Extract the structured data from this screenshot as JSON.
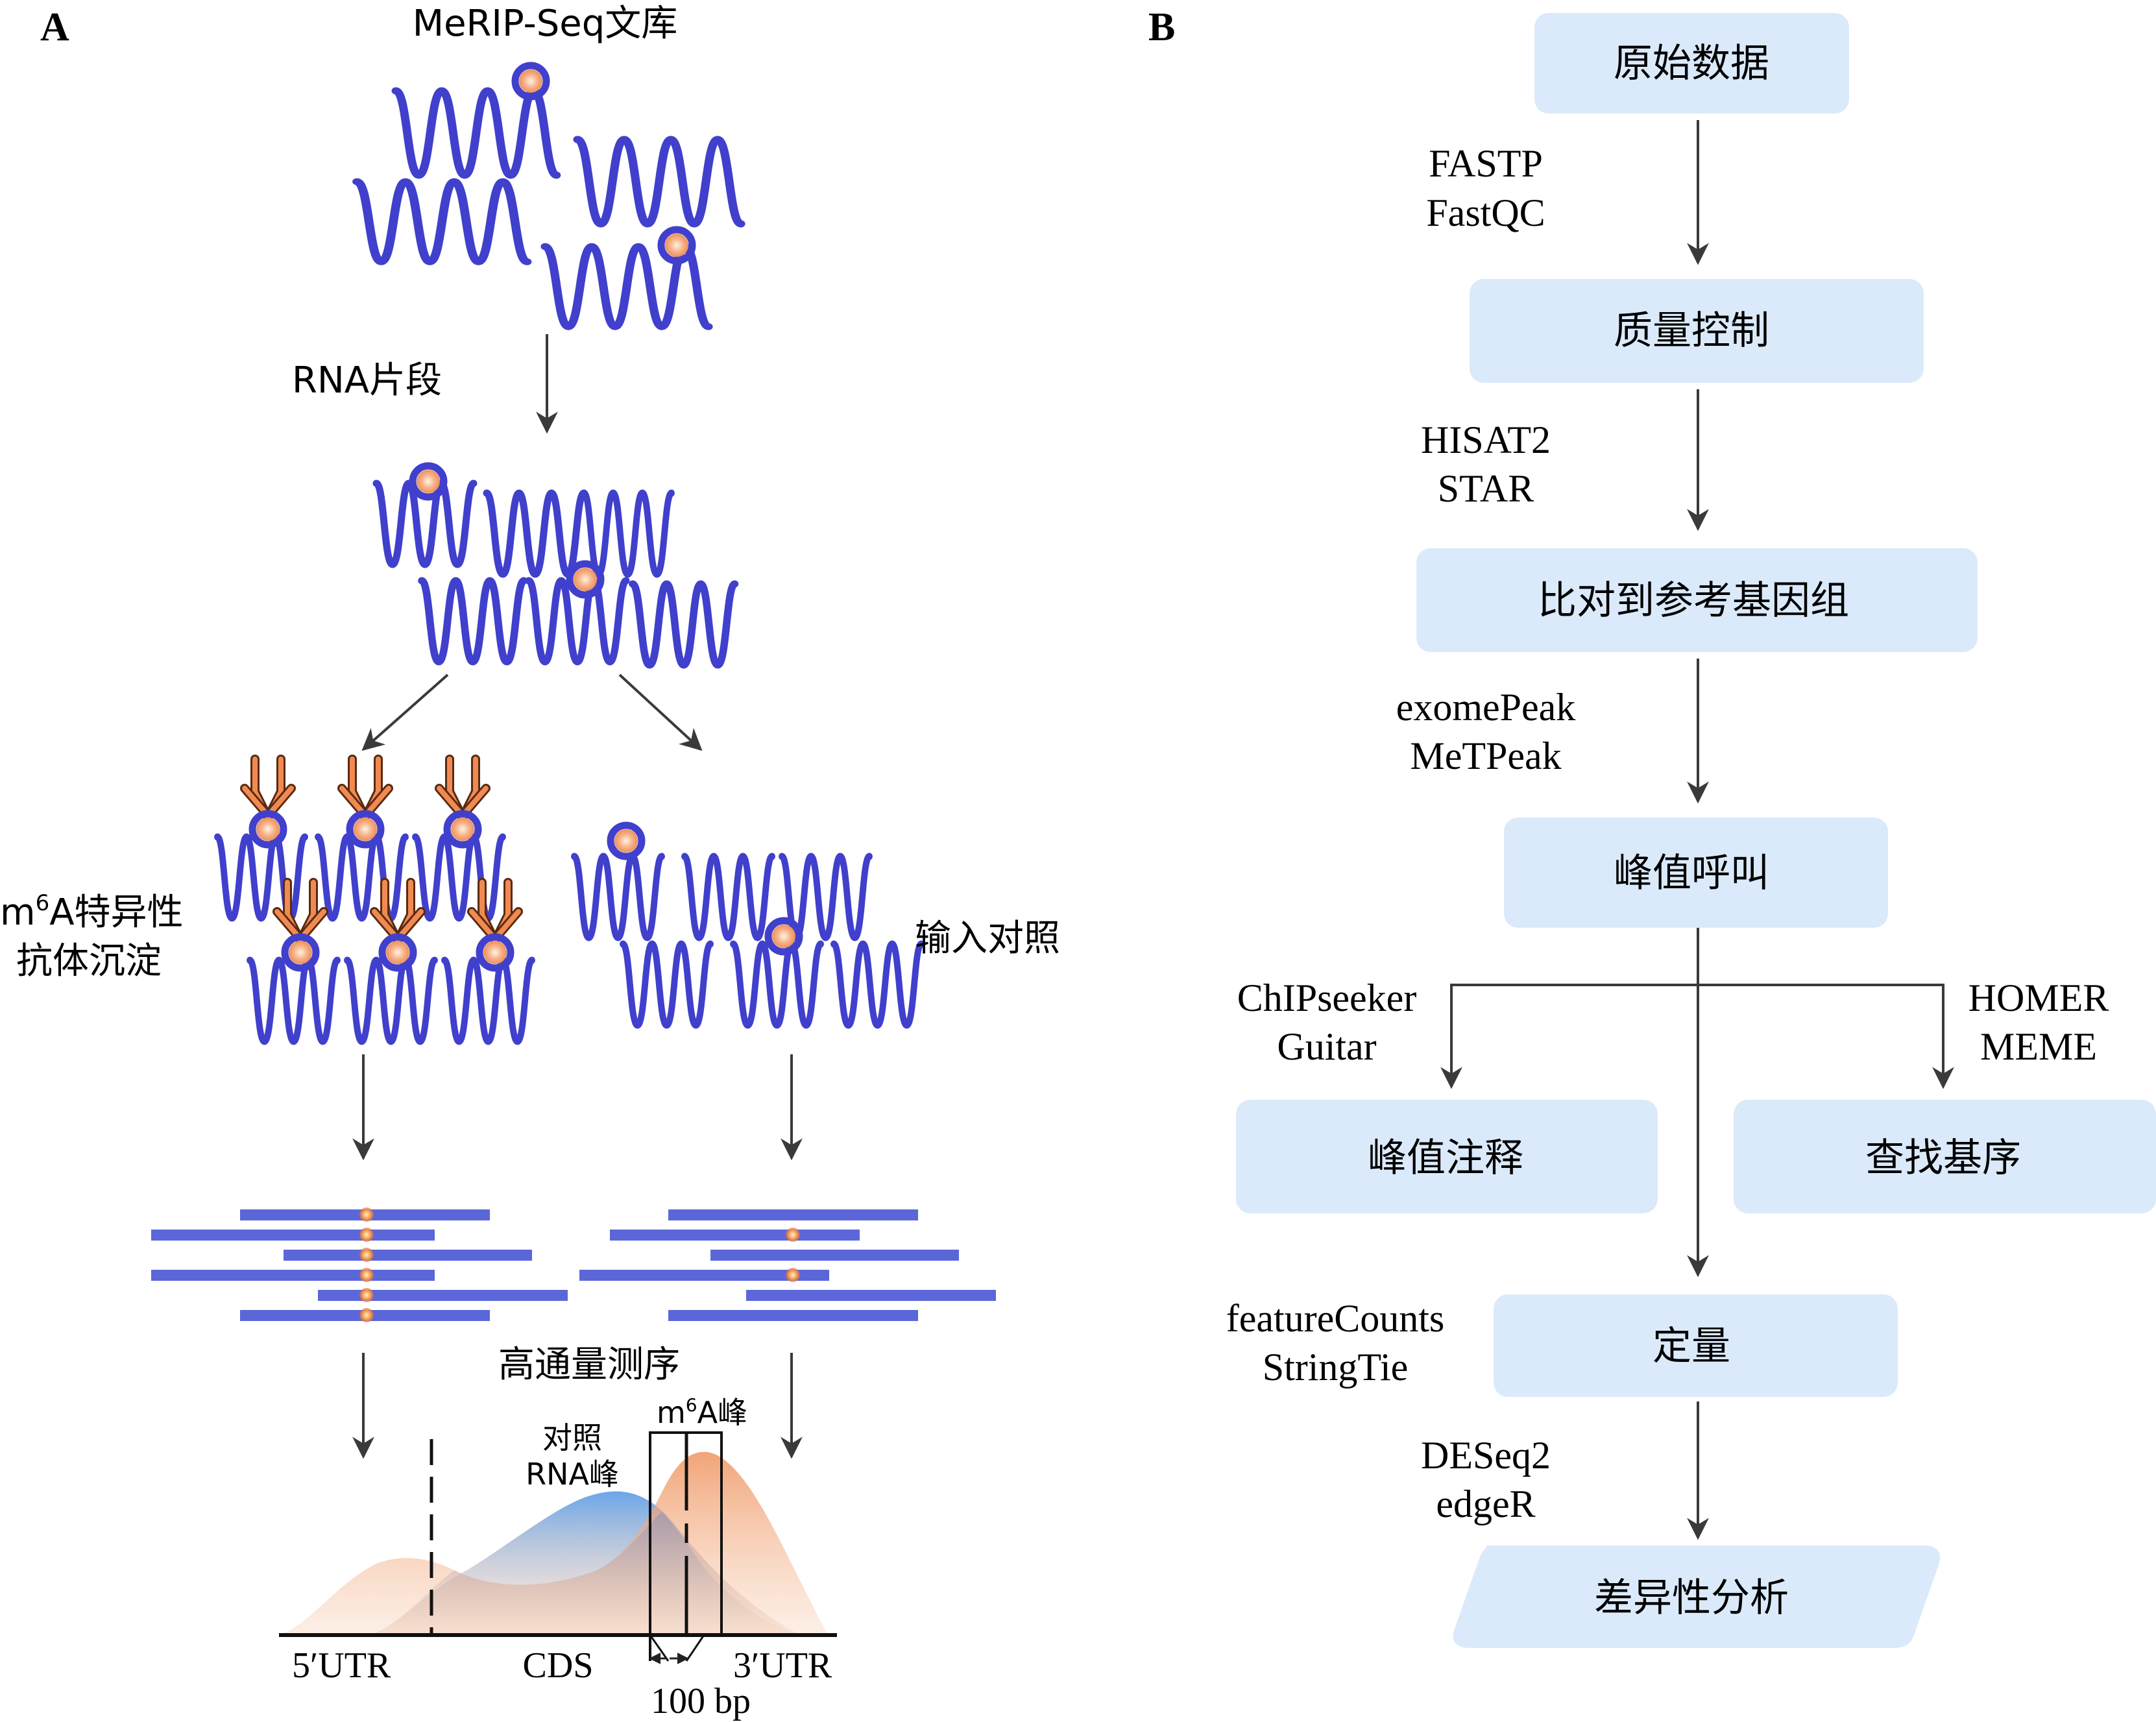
{
  "panel_a": {
    "label": "A",
    "library": "MeRIP-Seq文库",
    "rna_fragments": "RNA片段",
    "ip_line1_prefix": "m",
    "ip_line1_sup": "6",
    "ip_line1_suffix": "A特异性",
    "ip_line2": "抗体沉淀",
    "input_control": "输入对照",
    "sequencing": "高通量测序",
    "control_peak_line1": "对照",
    "control_peak_line2": "RNA峰",
    "m6a_peak_prefix": "m",
    "m6a_peak_sup": "6",
    "m6a_peak_suffix": "A峰",
    "utr5": "5′UTR",
    "cds": "CDS",
    "utr3": "3′UTR",
    "bp": "100 bp"
  },
  "panel_b": {
    "label": "B",
    "steps": {
      "raw": "原始数据",
      "qc": "质量控制",
      "align": "比对到参考基因组",
      "peak": "峰值呼叫",
      "annot": "峰值注释",
      "motif": "查找基序",
      "quant": "定量",
      "diff": "差异性分析"
    },
    "tools": {
      "qc_1": "FASTP",
      "qc_2": "FastQC",
      "align_1": "HISAT2",
      "align_2": "STAR",
      "peak_1": "exomePeak",
      "peak_2": "MeTPeak",
      "annot_1": "ChIPseeker",
      "annot_2": "Guitar",
      "motif_1": "HOMER",
      "motif_2": "MEME",
      "quant_1": "featureCounts",
      "quant_2": "StringTie",
      "diff_1": "DESeq2",
      "diff_2": "edgeR"
    }
  },
  "colors": {
    "rna": "#4040cc",
    "read_bar": "#5b67d8",
    "modification": "#f2a176",
    "antibody": "#f08a52",
    "box_fill": "#dbeafa",
    "arrow": "#3a3a3a",
    "control_curve": "#6fa8e6",
    "m6a_curve": "#ef9b68"
  }
}
